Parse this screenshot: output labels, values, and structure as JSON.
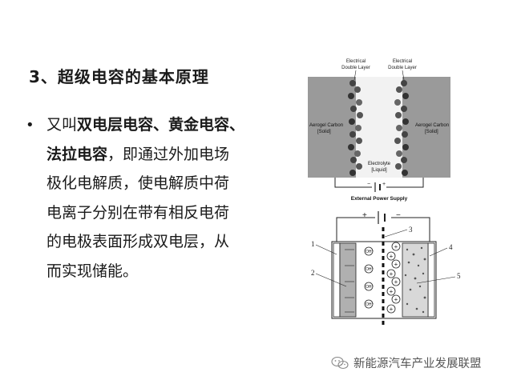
{
  "slide": {
    "title": "3、超级电容的基本原理",
    "body": {
      "bullet": "•",
      "line1_prefix": "又叫",
      "line1_bold": "双电层电容、黄金电容、",
      "line2_bold": "法拉电容",
      "line2_rest": "，即通过外加电场",
      "line3": "极化电解质，使电解质中荷",
      "line4": "电离子分别在带有相反电荷",
      "line5": "的电极表面形成双电层，从",
      "line6": "而实现储能。"
    }
  },
  "figure_top": {
    "left_layer_label_1": "Electrical",
    "left_layer_label_2": "Double Layer",
    "right_layer_label_1": "Electrical",
    "right_layer_label_2": "Double Layer",
    "left_electrode_1": "Aerogel Carbon",
    "left_electrode_2": "[Solid]",
    "right_electrode_1": "Aerogel Carbon",
    "right_electrode_2": "[Solid]",
    "electrolyte_1": "Electrolyte",
    "electrolyte_2": "[Liquid]",
    "power_label": "External Power Supply",
    "minus": "−",
    "plus": "+"
  },
  "figure_bottom": {
    "plus": "+",
    "minus": "−",
    "callouts": [
      "1",
      "2",
      "3",
      "4",
      "5"
    ],
    "ion_label": "OH⁻"
  },
  "watermark": {
    "text": "新能源汽车产业发展联盟",
    "icon": "wechat-icon"
  }
}
